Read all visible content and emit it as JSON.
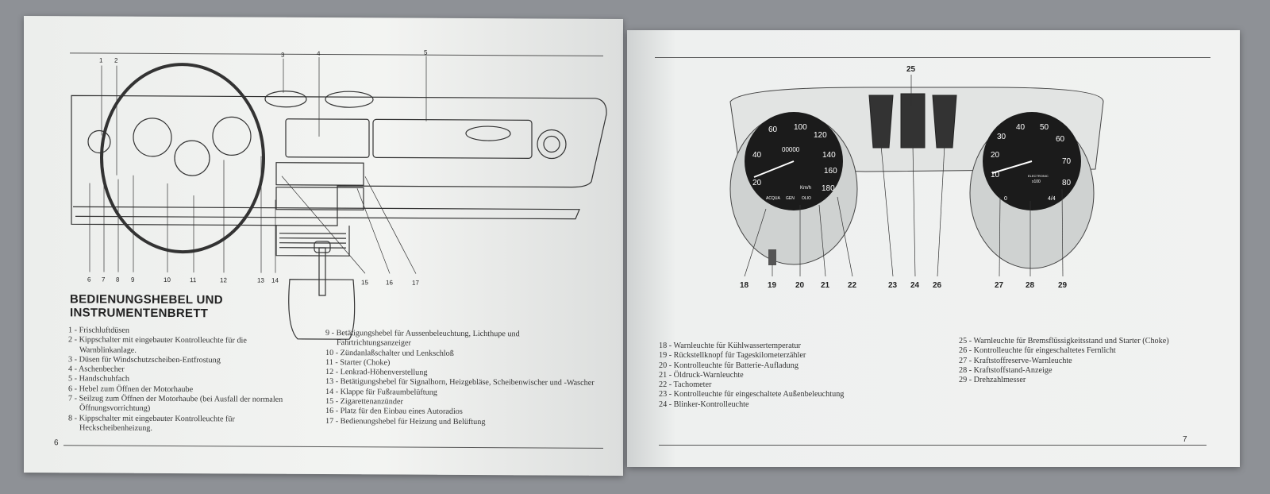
{
  "left_page": {
    "title_line1": "BEDIENUNGSHEBEL UND",
    "title_line2": "INSTRUMENTENBRETT",
    "page_number": "6",
    "callouts_top": [
      "1",
      "2",
      "3",
      "4",
      "5"
    ],
    "callouts_bottom": [
      "6",
      "7",
      "8",
      "9",
      "10",
      "11",
      "12",
      "13",
      "14",
      "15",
      "16",
      "17"
    ],
    "items_col1": [
      "1 - Frischluftdüsen",
      "2 - Kippschalter mit eingebauter Kontrolleuchte für die Warnblinkanlage.",
      "3 - Düsen für Windschutzscheiben-Entfrostung",
      "4 - Aschenbecher",
      "5 - Handschuhfach",
      "6 - Hebel zum Öffnen der Motorhaube",
      "7 - Seilzug zum Öffnen der Motorhaube (bei Ausfall der normalen Öffnungsvorrichtung)",
      "8 - Kippschalter mit eingebauter Kontrolleuchte für Heckscheibenheizung."
    ],
    "items_col2": [
      "9 - Betätigungshebel für Aussenbeleuchtung, Lichthupe und Fahrtrichtungsanzeiger",
      "10 - Zündanlaßschalter und Lenkschloß",
      "11 - Starter (Choke)",
      "12 - Lenkrad-Höhenverstellung",
      "13 - Betätigungshebel für Signalhorn, Heizgebläse, Scheibenwischer und -Wascher",
      "14 - Klappe für Fußraumbelüftung",
      "15 - Zigarettenanzünder",
      "16 - Platz für den Einbau eines Autoradios",
      "17 - Bedienungshebel für Heizung und Belüftung"
    ]
  },
  "right_page": {
    "page_number": "7",
    "callout_top": "25",
    "callouts_bottom": [
      "18",
      "19",
      "20",
      "21",
      "22",
      "23",
      "24",
      "26",
      "27",
      "28",
      "29"
    ],
    "speedo_labels": [
      "20",
      "40",
      "60",
      "100",
      "120",
      "140",
      "160",
      "180"
    ],
    "speedo_unit": "Km/h",
    "speedo_odometer": "00000",
    "speedo_warning_labels": [
      "ACQUA",
      "GEN",
      "OLIO"
    ],
    "tacho_labels": [
      "10",
      "20",
      "30",
      "40",
      "50",
      "60",
      "70",
      "80"
    ],
    "tacho_brand": "ELECTRONIC",
    "tacho_unit": "x100",
    "fuel_labels": [
      "0",
      "4/4"
    ],
    "items_col1": [
      "18 - Warnleuchte für Kühlwassertemperatur",
      "19 - Rückstellknopf für Tageskilometerzähler",
      "20 - Kontrolleuchte für Batterie-Aufladung",
      "21 - Öldruck-Warnleuchte",
      "22 - Tachometer",
      "23 - Kontrolleuchte für eingeschaltete Außenbeleuchtung",
      "24 - Blinker-Kontrolleuchte"
    ],
    "items_col2": [
      "25 - Warnleuchte für Bremsflüssigkeitsstand und Starter (Choke)",
      "26 - Kontrolleuchte für eingeschaltetes Fernlicht",
      "27 - Kraftstoffreserve-Warnleuchte",
      "28 - Kraftstoffstand-Anzeige",
      "29 - Drehzahlmesser"
    ]
  }
}
